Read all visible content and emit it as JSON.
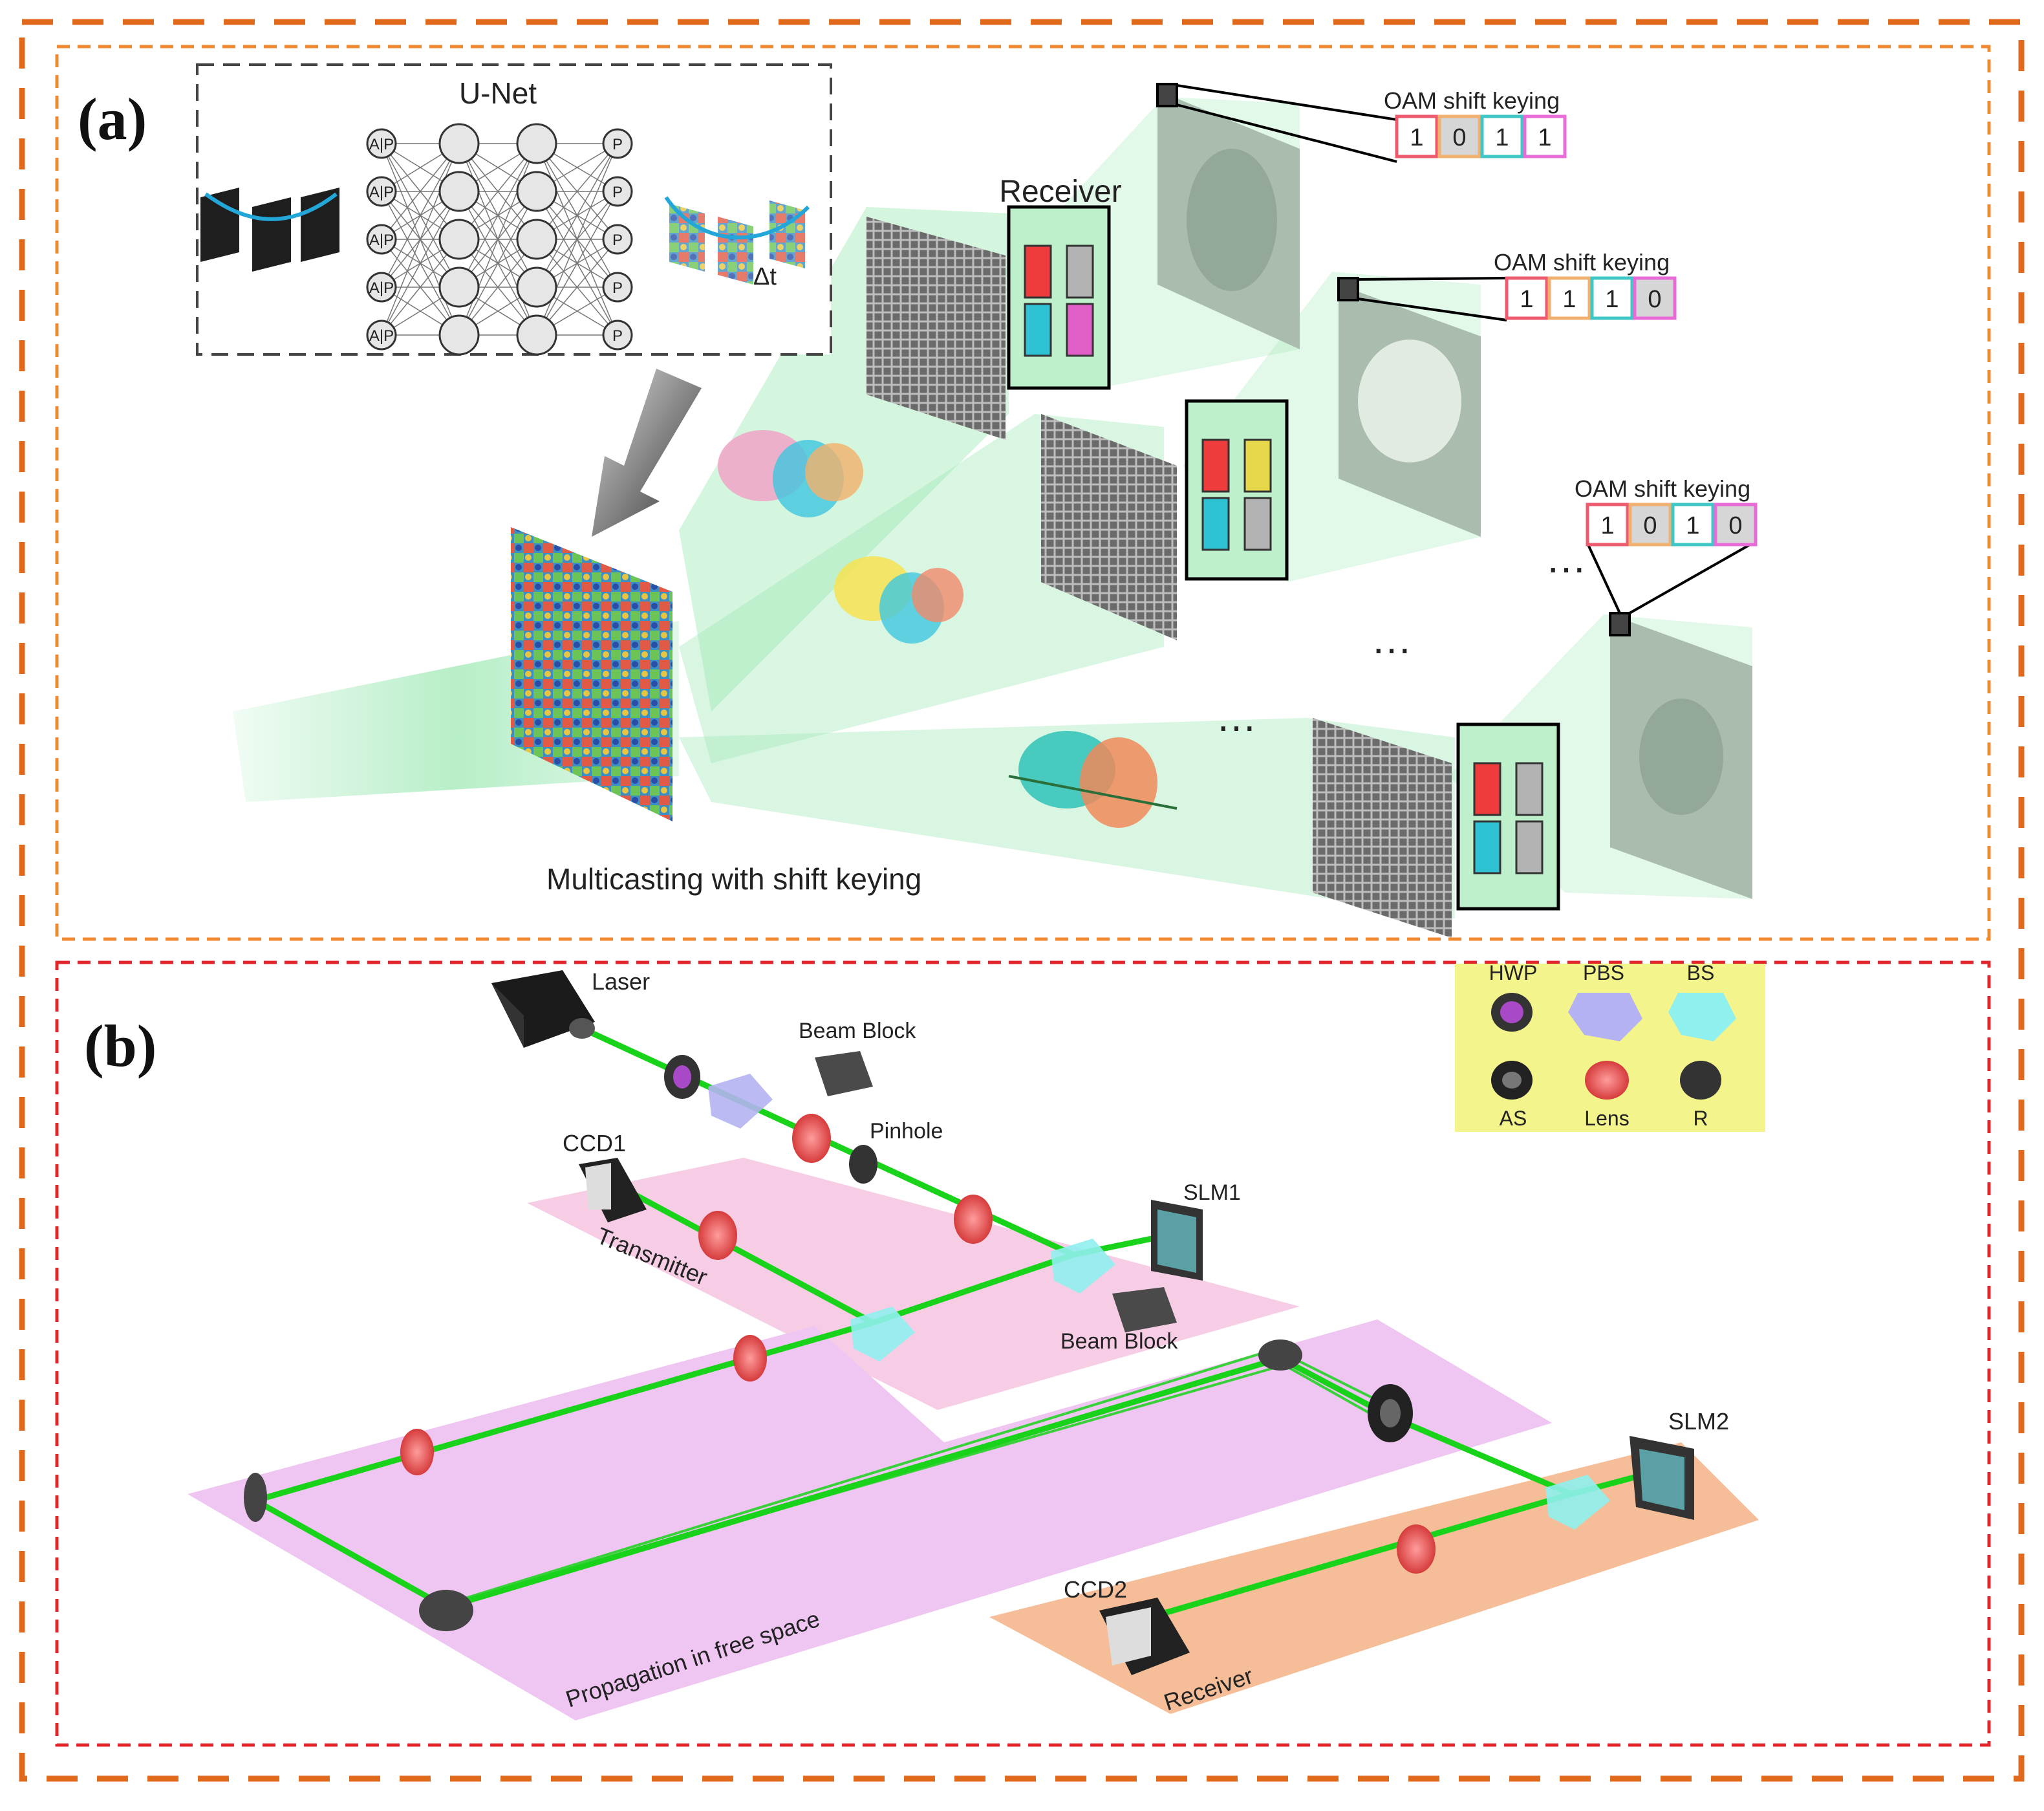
{
  "panels": {
    "a": {
      "label": "(a)"
    },
    "b": {
      "label": "(b)"
    }
  },
  "unet": {
    "title": "U-Net",
    "node_ap": "A|P",
    "node_p": "P",
    "delta": "Δt"
  },
  "panel_a": {
    "receiver_label": "Receiver",
    "caption": "Multicasting with shift keying",
    "ellipsis": "…",
    "keying": [
      {
        "title": "OAM shift keying",
        "bits": [
          "1",
          "0",
          "1",
          "1"
        ]
      },
      {
        "title": "OAM shift keying",
        "bits": [
          "1",
          "1",
          "1",
          "0"
        ]
      },
      {
        "title": "OAM shift keying",
        "bits": [
          "1",
          "0",
          "1",
          "0"
        ]
      }
    ]
  },
  "panel_b": {
    "laser": "Laser",
    "beam_block_1": "Beam Block",
    "pinhole": "Pinhole",
    "ccd1": "CCD1",
    "slm1": "SLM1",
    "transmitter": "Transmitter",
    "beam_block_2": "Beam Block",
    "slm2": "SLM2",
    "ccd2": "CCD2",
    "propagation": "Propagation in free space",
    "receiver": "Receiver",
    "legend": {
      "hwp": "HWP",
      "pbs": "PBS",
      "bs": "BS",
      "as": "AS",
      "lens": "Lens",
      "r": "R"
    }
  },
  "colors": {
    "outer_border": "#e0691c",
    "frame_a": "#f08a30",
    "frame_b": "#e0262a",
    "beam": "#19d31a",
    "glow": "#9fe9b6",
    "lens": "#ee5b5b",
    "pbs": "#b4b2f2",
    "bs": "#8ff0ee",
    "legend_bg": "#f4f48c",
    "transmitter_bg": "#f7cde6",
    "free_space_bg": "#efc6f2",
    "receiver_bg": "#f6be98",
    "bit_colors": [
      "#ee5a6e",
      "#f0b070",
      "#3fc7c7",
      "#e86bd8"
    ]
  }
}
